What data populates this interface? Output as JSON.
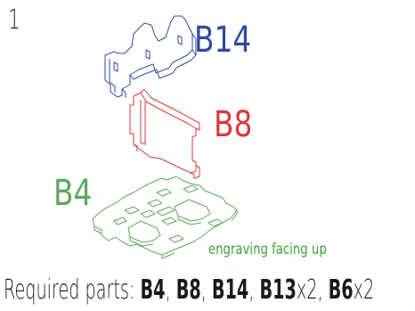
{
  "step_number": "1",
  "parts": {
    "b14": {
      "label": "B14",
      "color": "#2f4a9e"
    },
    "b8": {
      "label": "B8",
      "color": "#d83a3a"
    },
    "b4": {
      "label": "B4",
      "color": "#5aa85a"
    }
  },
  "note": "engraving facing up",
  "required": {
    "prefix": "Required parts: ",
    "items": [
      {
        "part": "B4",
        "sep": ", "
      },
      {
        "part": "B8",
        "sep": ", "
      },
      {
        "part": "B14",
        "sep": ", "
      },
      {
        "part": "B13",
        "qty": "x2",
        "sep": ", "
      },
      {
        "part": "B6",
        "qty": "x2",
        "sep": ""
      }
    ]
  }
}
